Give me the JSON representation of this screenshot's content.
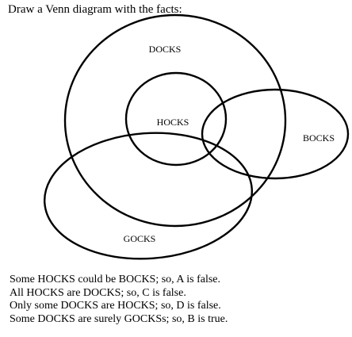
{
  "prompt": "Draw a Venn diagram with the facts:",
  "sets": {
    "docks": "DOCKS",
    "hocks": "HOCKS",
    "bocks": "BOCKS",
    "gocks": "GOCKS"
  },
  "facts": [
    "Some HOCKS could be BOCKS; so, A is false.",
    "All HOCKS are DOCKS; so, C is false.",
    "Only some DOCKS are HOCKS; so, D is false.",
    "Some DOCKS are surely GOCKSs; so, B is true."
  ]
}
